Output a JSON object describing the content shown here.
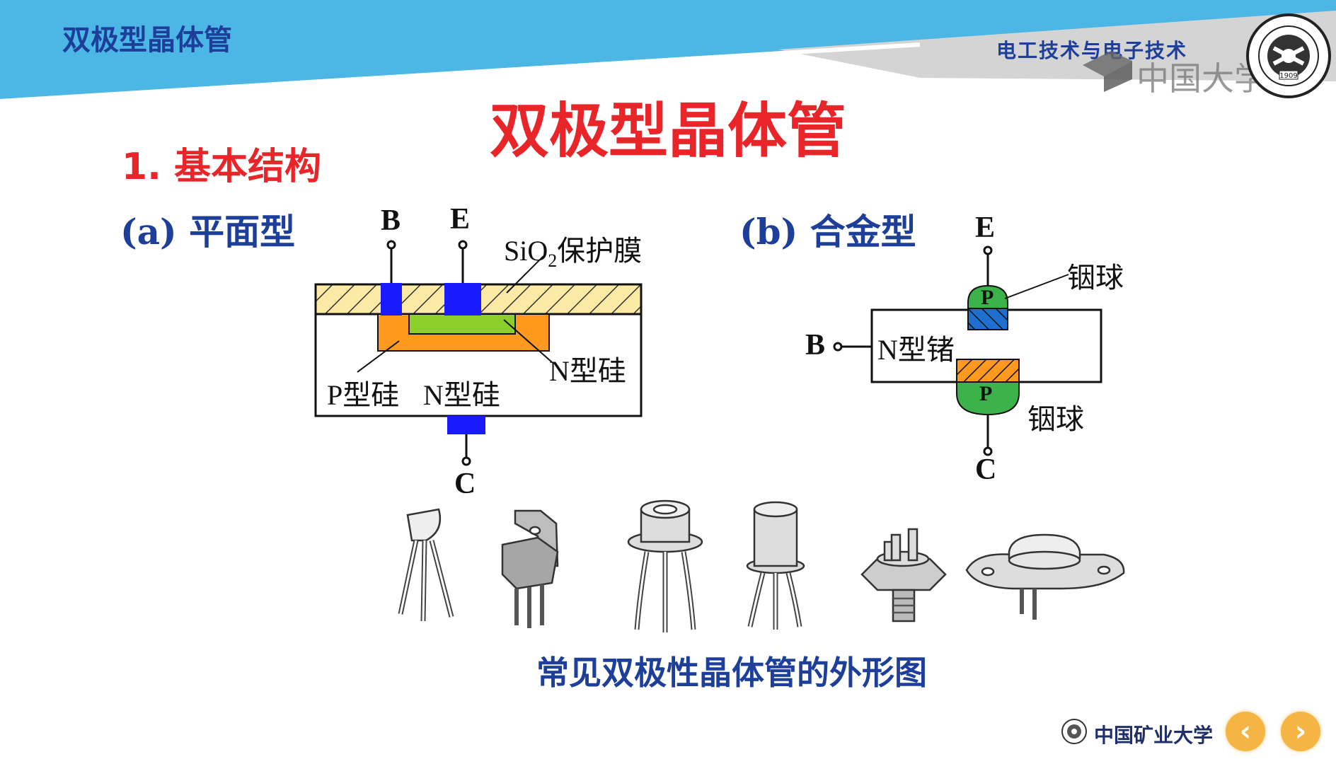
{
  "header": {
    "title": "双极型晶体管",
    "course_name": "电工技术与电子技术",
    "watermark_text": "中国大学",
    "logo_year": "1909"
  },
  "slide": {
    "title": "双极型晶体管",
    "section_heading": "1. 基本结构"
  },
  "planar": {
    "heading": "(a) 平面型",
    "terminal_b": "B",
    "terminal_e": "E",
    "terminal_c": "C",
    "sio2_label_main": "SiO",
    "sio2_label_sub": "2",
    "sio2_label_rest": "保护膜",
    "n_silicon_label": "N型硅",
    "p_silicon_label": "P型硅",
    "n_silicon_label_2": "N型硅"
  },
  "alloy": {
    "heading": "(b) 合金型",
    "terminal_e": "E",
    "terminal_b": "B",
    "terminal_c": "C",
    "indium_ball_top": "铟球",
    "indium_ball_bottom": "铟球",
    "n_germanium_label": "N型锗",
    "p_top": "P",
    "p_bottom": "P"
  },
  "packages": {
    "caption": "常见双极性晶体管的外形图"
  },
  "footer": {
    "university_name": "中国矿业大学",
    "prev_icon": "chevron-left-icon",
    "next_icon": "chevron-right-icon"
  },
  "colors": {
    "banner_blue": "#4cb6e4",
    "title_red": "#e8262a",
    "heading_blue": "#1d3f9a",
    "electrode_blue": "#1a1aff",
    "p_region_orange": "#ff9a1f",
    "emitter_green": "#8ccf2a",
    "ball_green": "#3cb34a",
    "nav_orange": "#f5b545"
  }
}
